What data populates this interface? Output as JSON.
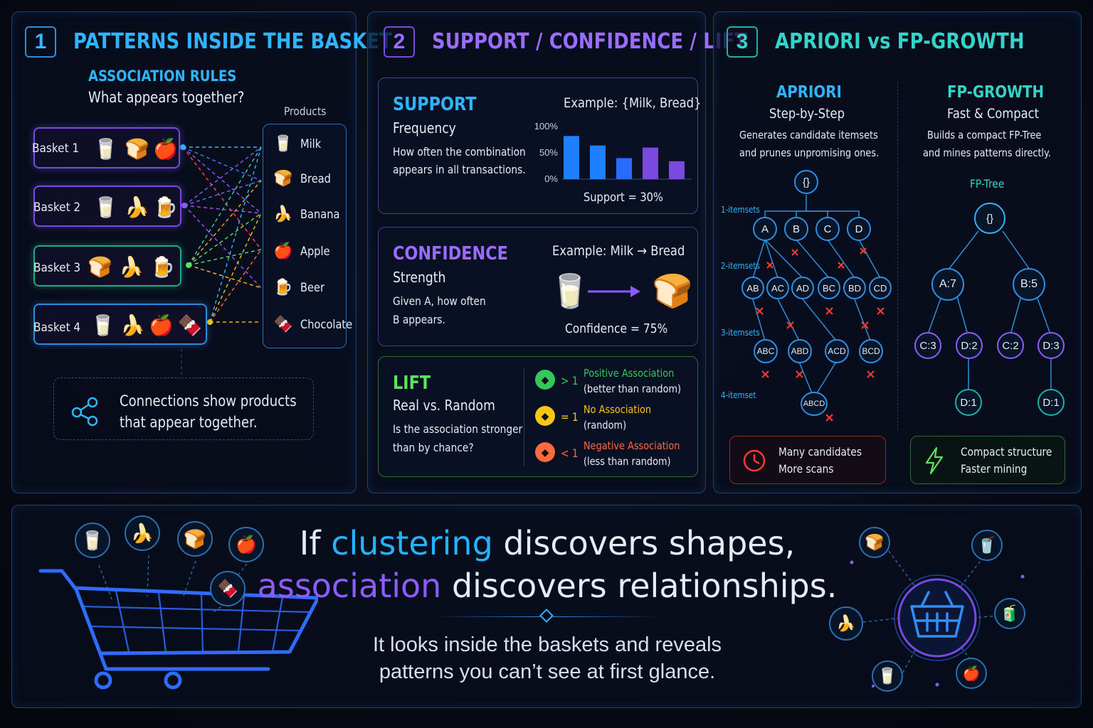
{
  "panel1": {
    "number": "1",
    "title": "PATTERNS INSIDE THE BASKET",
    "subtitle": "ASSOCIATION RULES",
    "question": "What appears together?",
    "products_header": "Products",
    "baskets": [
      "Basket 1",
      "Basket 2",
      "Basket 3",
      "Basket 4"
    ],
    "products": [
      "Milk",
      "Bread",
      "Banana",
      "Apple",
      "Beer",
      "Chocolate"
    ],
    "note": "Connections show products that appear together.",
    "note_line1": "Connections show products",
    "note_line2": "that appear together."
  },
  "panel2": {
    "number": "2",
    "title": "SUPPORT / CONFIDENCE / LIFT",
    "support": {
      "title": "SUPPORT",
      "subtitle": "Frequency",
      "desc1": "How often the combination",
      "desc2": "appears in all transactions.",
      "example": "Example: {Milk, Bread}",
      "result": "Support = 30%",
      "ticks": [
        "100%",
        "50%",
        "0%"
      ]
    },
    "confidence": {
      "title": "CONFIDENCE",
      "subtitle": "Strength",
      "desc1": "Given A, how often",
      "desc2": "B appears.",
      "example": "Example: Milk → Bread",
      "result": "Confidence = 75%"
    },
    "lift": {
      "title": "LIFT",
      "subtitle": "Real vs. Random",
      "desc1": "Is the association stronger",
      "desc2": "than by chance?",
      "items": [
        {
          "op": "> 1",
          "label": "Positive Association",
          "detail": "(better than random)",
          "color": "#34c759"
        },
        {
          "op": "= 1",
          "label": "No Association",
          "detail": "(random)",
          "color": "#f5c518"
        },
        {
          "op": "< 1",
          "label": "Negative Association",
          "detail": "(less than random)",
          "color": "#ff6a3d"
        }
      ]
    }
  },
  "panel3": {
    "number": "3",
    "title": "APRIORI vs FP-GROWTH",
    "apriori": {
      "title": "APRIORI",
      "subtitle": "Step-by-Step",
      "desc1": "Generates candidate itemsets",
      "desc2": "and prunes unpromising ones.",
      "levels": [
        "1-itemsets",
        "2-itemsets",
        "3-itemsets",
        "4-itemset"
      ],
      "root": "{}",
      "l1": [
        "A",
        "B",
        "C",
        "D"
      ],
      "l2": [
        "AB",
        "AC",
        "AD",
        "BC",
        "BD",
        "CD"
      ],
      "l3": [
        "ABC",
        "ABD",
        "ACD",
        "BCD"
      ],
      "l4": [
        "ABCD"
      ],
      "footer1": "Many candidates",
      "footer2": "More scans"
    },
    "fpgrowth": {
      "title": "FP-GROWTH",
      "subtitle": "Fast & Compact",
      "desc1": "Builds a compact FP-Tree",
      "desc2": "and mines patterns directly.",
      "tree_label": "FP-Tree",
      "root": "{}",
      "n_a": "A:7",
      "n_b": "B:5",
      "n_c3": "C:3",
      "n_d2": "D:2",
      "n_c2": "C:2",
      "n_d3": "D:3",
      "n_d1a": "D:1",
      "n_d1b": "D:1",
      "footer1": "Compact structure",
      "footer2": "Faster mining"
    }
  },
  "bottom": {
    "w1": "If",
    "w2": "clustering",
    "w3": "discovers shapes,",
    "w4": "association",
    "w5": "discovers relationships.",
    "sub1": "It looks inside the baskets and reveals",
    "sub2": "patterns you can’t see at first glance."
  },
  "colors": {
    "blue": "#23b3ff",
    "purple": "#8d5cff",
    "green": "#5be35b",
    "red": "#ff3b30"
  },
  "chart_data": {
    "type": "bar",
    "categories": [
      "",
      "",
      "",
      "",
      ""
    ],
    "values": [
      82,
      64,
      40,
      60,
      34
    ],
    "title": "",
    "xlabel": "",
    "ylabel": "",
    "ylim": [
      0,
      100
    ],
    "grid": false
  }
}
